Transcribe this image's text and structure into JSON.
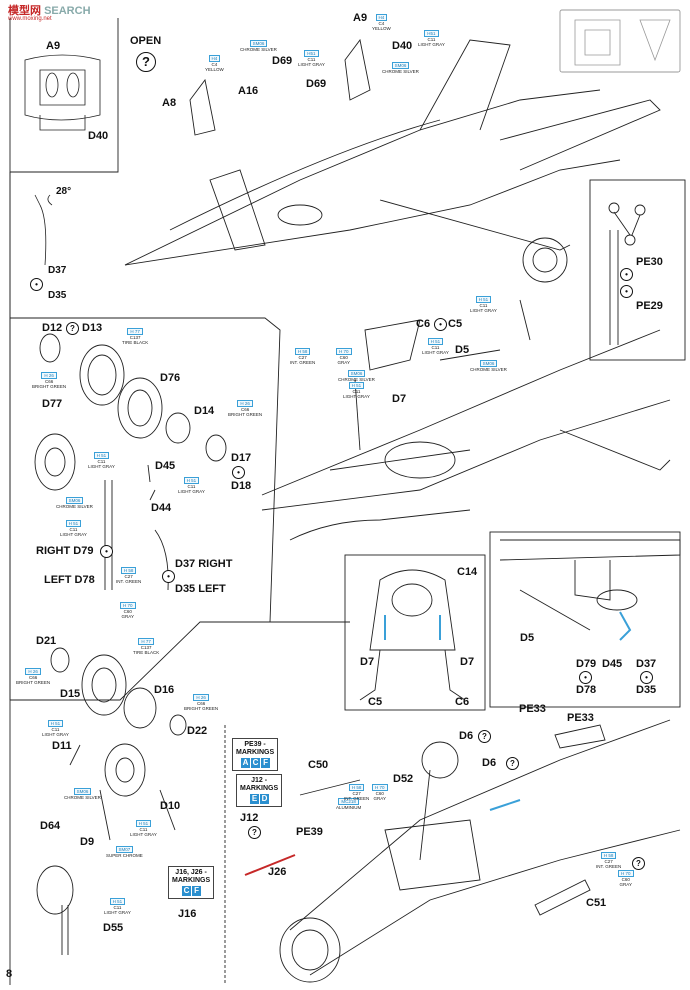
{
  "watermark": {
    "brand": "模型网",
    "search": "SEARCH",
    "url": "www.moxing.net"
  },
  "page_number": "8",
  "open_label": "OPEN",
  "question": "?",
  "box_a9": {
    "title": "A9",
    "part": "D40"
  },
  "box_angle": {
    "angle": "28°",
    "p1": "D37",
    "p2": "D35"
  },
  "top": {
    "a9": "A9",
    "d40": "D40",
    "d69a": "D69",
    "d69b": "D69",
    "a16": "A16",
    "a8": "A8",
    "paint_h4": {
      "code": "H4",
      "line1": "C4",
      "line2": "YELLOW"
    },
    "paint_sm": {
      "code": "SM06",
      "line1": "CHROME SILVER"
    },
    "paint_h51a": {
      "code": "H51",
      "line1": "C11",
      "line2": "LIGHT GRAY"
    },
    "paint_h4b": {
      "code": "H4",
      "line1": "C4",
      "line2": "YELLOW"
    },
    "paint_h51b": {
      "code": "H51",
      "line1": "C11",
      "line2": "LIGHT GRAY"
    },
    "paint_sm2": {
      "code": "SM06",
      "line1": "CHROME SILVER"
    }
  },
  "pe_box": {
    "pe30": "PE30",
    "pe29": "PE29"
  },
  "wheel_left": {
    "d12": "D12",
    "d13": "D13",
    "d76": "D76",
    "d77": "D77",
    "d14": "D14",
    "d17": "D17",
    "d18": "D18",
    "d45": "D45",
    "d44": "D44",
    "right_d79": "RIGHT D79",
    "left_d78": "LEFT D78",
    "d37_right": "D37 RIGHT",
    "d35_left": "D35 LEFT",
    "paint_h77": {
      "code": "H 77",
      "line1": "C137",
      "line2": "TIRE BLACK"
    },
    "paint_h26a": {
      "code": "H 26",
      "line1": "C66",
      "line2": "BRIGHT GREEN"
    },
    "paint_h26b": {
      "code": "H 26",
      "line1": "C66",
      "line2": "BRIGHT GREEN"
    },
    "paint_h51": {
      "code": "H 51",
      "line1": "C11",
      "line2": "LIGHT GRAY"
    },
    "paint_h51c": {
      "code": "H 51",
      "line1": "C11",
      "line2": "LIGHT GRAY"
    },
    "paint_sm06": {
      "code": "SM06",
      "line1": "CHROME SILVER"
    },
    "paint_h51d": {
      "code": "H 51",
      "line1": "C11",
      "line2": "LIGHT GRAY"
    },
    "paint_h58": {
      "code": "H 58",
      "line1": "C27",
      "line2": "INT. GREEN"
    },
    "paint_h70": {
      "code": "H 70",
      "line1": "C60",
      "line2": "GRAY"
    }
  },
  "mid": {
    "c6": "C6",
    "c5": "C5",
    "d5": "D5",
    "d7": "D7",
    "paint_h58": {
      "code": "H 58",
      "line1": "C27",
      "line2": "INT. GREEN"
    },
    "paint_h70": {
      "code": "H 70",
      "line1": "C60",
      "line2": "GRAY"
    },
    "paint_sm06": {
      "code": "SM06",
      "line1": "CHROME SILVER"
    },
    "paint_h51": {
      "code": "H 51",
      "line1": "C11",
      "line2": "LIGHT GRAY"
    },
    "paint_h51b": {
      "code": "H 51",
      "line1": "C11",
      "line2": "LIGHT GRAY"
    },
    "paint_h51c": {
      "code": "H 51",
      "line1": "C11",
      "line2": "LIGHT GRAY"
    },
    "paint_sm06b": {
      "code": "SM06",
      "line1": "CHROME SILVER"
    }
  },
  "seat_box": {
    "c14": "C14",
    "d7a": "D7",
    "d7b": "D7",
    "c5": "C5",
    "c6": "C6"
  },
  "detail_box": {
    "d5": "D5",
    "d79": "D79",
    "d45": "D45",
    "d37": "D37",
    "d78": "D78",
    "d35": "D35"
  },
  "nose_wheel": {
    "d21": "D21",
    "d15": "D15",
    "d16": "D16",
    "d22": "D22",
    "d11": "D11",
    "d10": "D10",
    "d64": "D64",
    "d9": "D9",
    "d55": "D55",
    "paint_h77": {
      "code": "H 77",
      "line1": "C137",
      "line2": "TIRE BLACK"
    },
    "paint_h26a": {
      "code": "H 26",
      "line1": "C66",
      "line2": "BRIGHT GREEN"
    },
    "paint_h26b": {
      "code": "H 26",
      "line1": "C66",
      "line2": "BRIGHT GREEN"
    },
    "paint_h51a": {
      "code": "H 51",
      "line1": "C11",
      "line2": "LIGHT GRAY"
    },
    "paint_sm06": {
      "code": "SM06",
      "line1": "CHROME SILVER"
    },
    "paint_h51b": {
      "code": "H 51",
      "line1": "C11",
      "line2": "LIGHT GRAY"
    },
    "paint_sm07": {
      "code": "SM07",
      "line1": "SUPER CHROME"
    },
    "paint_h51c": {
      "code": "H 51",
      "line1": "C11",
      "line2": "LIGHT GRAY"
    }
  },
  "nose": {
    "pe33a": "PE33",
    "pe33b": "PE33",
    "d6a": "D6",
    "d6b": "D6",
    "c50": "C50",
    "d52": "D52",
    "j12": "J12",
    "pe39": "PE39",
    "j26": "J26",
    "j16": "J16",
    "c51": "C51",
    "badge_pe39": {
      "line1": "PE39 -",
      "line2": "MARKINGS",
      "m1": "A",
      "m2": "C",
      "m3": "F"
    },
    "badge_j12": {
      "line1": "J12 -",
      "line2": "MARKINGS",
      "m1": "E",
      "m2": "D"
    },
    "badge_j16": {
      "line1": "J16, J26 -",
      "line2": "MARKINGS",
      "m1": "C",
      "m2": "F"
    },
    "paint_mc218": {
      "code": "MC218",
      "line1": "ALUMINIUM"
    },
    "paint_h58": {
      "code": "H 58",
      "line1": "C27",
      "line2": "INT. GREEN"
    },
    "paint_h70": {
      "code": "H 70",
      "line1": "C60",
      "line2": "GRAY"
    },
    "paint_h58b": {
      "code": "H 58",
      "line1": "C27",
      "line2": "INT. GREEN"
    },
    "paint_h70b": {
      "code": "H 70",
      "line1": "C60",
      "line2": "GRAY"
    }
  }
}
